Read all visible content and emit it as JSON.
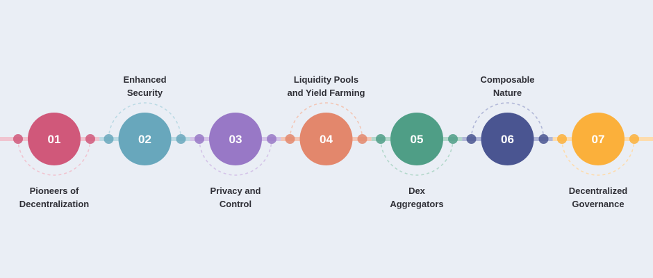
{
  "steps": [
    {
      "number": "01",
      "label": [
        "Pioneers of",
        "Decentralization"
      ],
      "label_position": "bottom",
      "color": "#d0587a",
      "light_color": "#f0c4d0"
    },
    {
      "number": "02",
      "label": [
        "Enhanced",
        "Security"
      ],
      "label_position": "top",
      "color": "#68a7bc",
      "light_color": "#bcdae4"
    },
    {
      "number": "03",
      "label": [
        "Privacy and",
        "Control"
      ],
      "label_position": "bottom",
      "color": "#9878c6",
      "light_color": "#d4c4e8"
    },
    {
      "number": "04",
      "label": [
        "Liquidity Pools",
        "and Yield Farming"
      ],
      "label_position": "top",
      "color": "#e3876c",
      "light_color": "#f2c6b6"
    },
    {
      "number": "05",
      "label": [
        "Dex",
        "Aggregators"
      ],
      "label_position": "bottom",
      "color": "#4f9e86",
      "light_color": "#b4d8cc"
    },
    {
      "number": "06",
      "label": [
        "Composable",
        "Nature"
      ],
      "label_position": "top",
      "color": "#4a5591",
      "light_color": "#b2b8d8"
    },
    {
      "number": "07",
      "label": [
        "Decentralized",
        "Governance"
      ],
      "label_position": "bottom",
      "color": "#fbb03b",
      "light_color": "#fddcae"
    }
  ]
}
